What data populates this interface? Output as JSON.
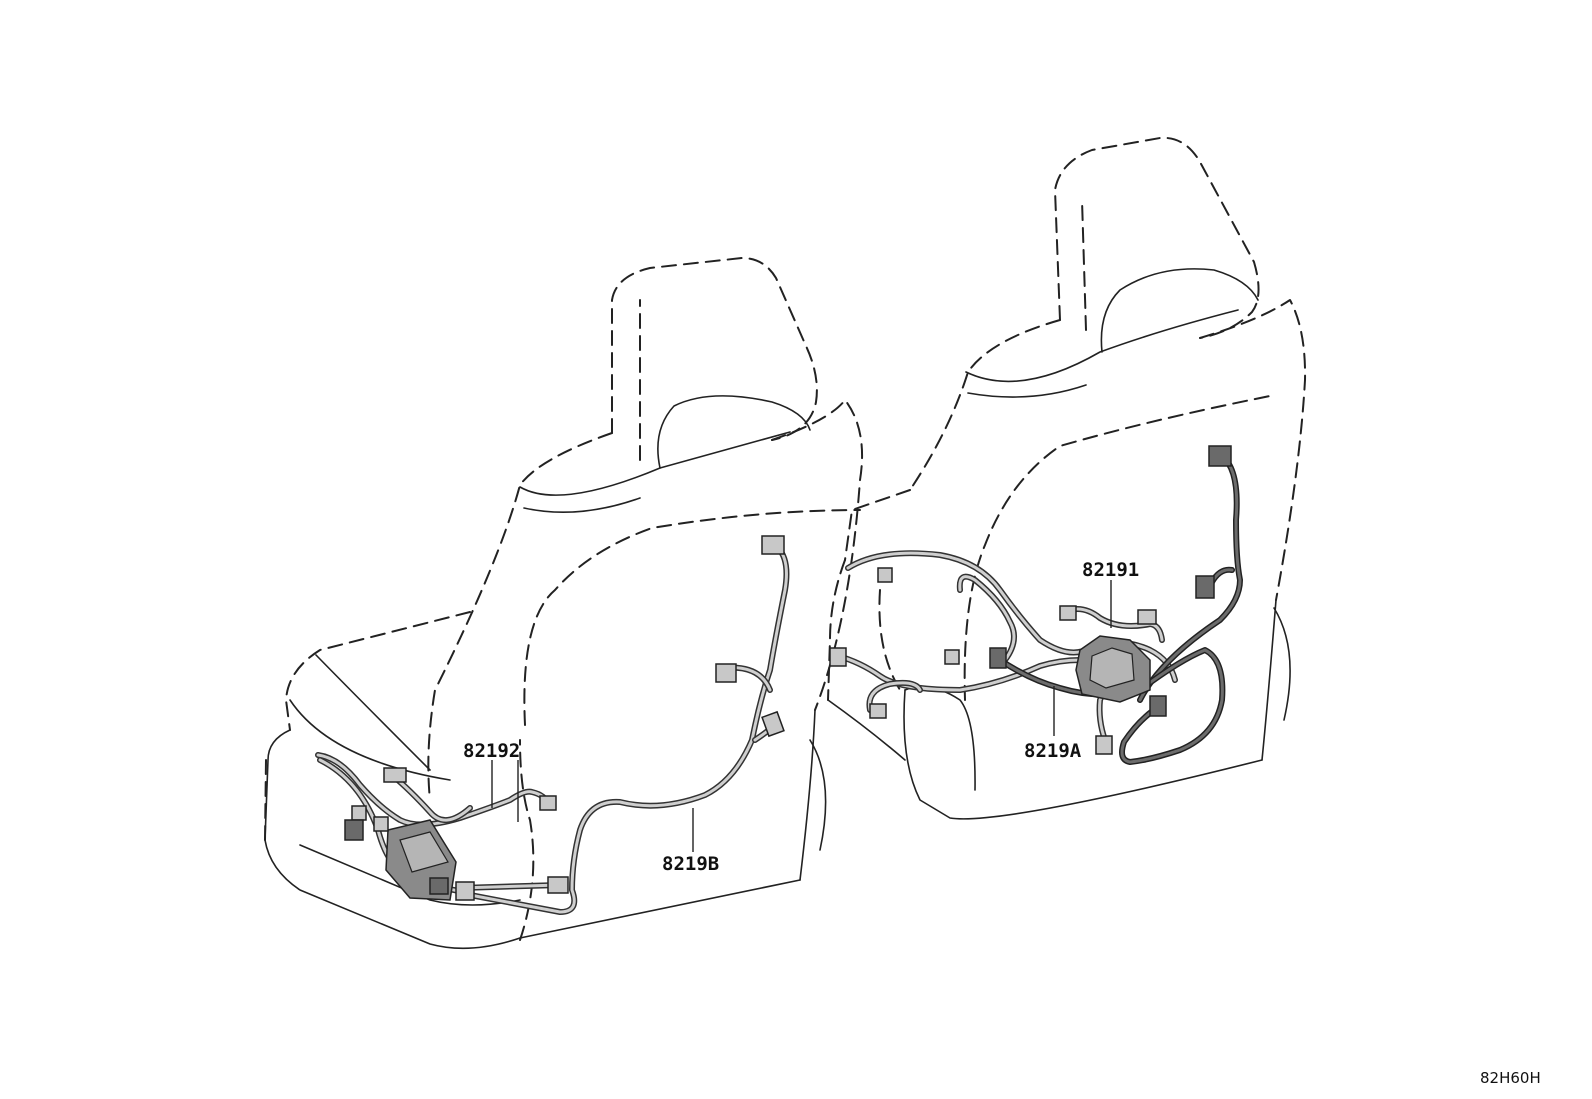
{
  "parts": {
    "p82192": "82192",
    "p8219B": "8219B",
    "p82191": "82191",
    "p8219A": "8219A"
  },
  "ref_code": "82H60H"
}
